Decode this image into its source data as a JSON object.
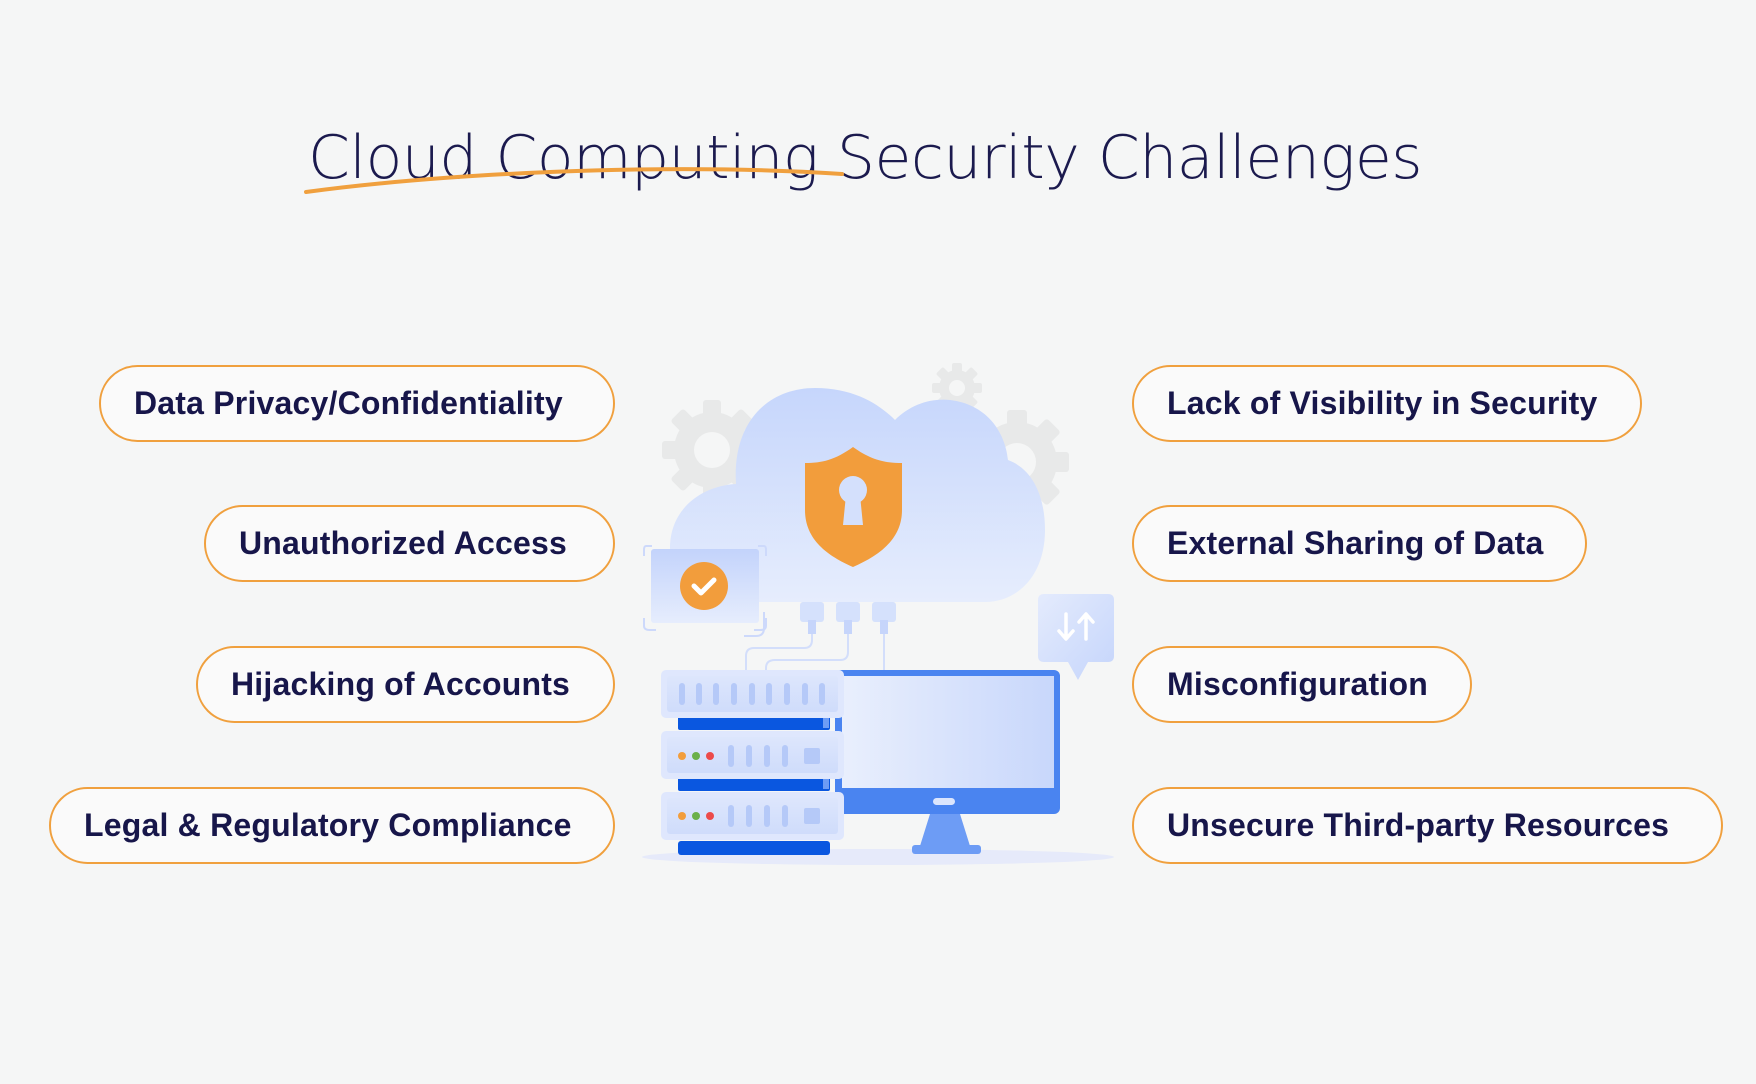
{
  "title": "Cloud Computing Security Challenges",
  "colors": {
    "background": "#f5f6f6",
    "title_text": "#1b1a4e",
    "pill_text": "#17164a",
    "accent_orange": "#f0a03e",
    "cloud_blue_light": "#e3ebfd",
    "cloud_blue": "#c9d9fc",
    "server_blue_dark": "#0a57e0",
    "monitor_blue": "#4a84f0",
    "gear_gray": "#e7e8e8"
  },
  "left_challenges": [
    {
      "label": "Data Privacy/Confidentiality"
    },
    {
      "label": "Unauthorized Access"
    },
    {
      "label": "Hijacking of Accounts"
    },
    {
      "label": "Legal & Regulatory Compliance"
    }
  ],
  "right_challenges": [
    {
      "label": "Lack of Visibility in Security"
    },
    {
      "label": "External Sharing of Data"
    },
    {
      "label": "Misconfiguration"
    },
    {
      "label": "Unsecure Third-party Resources"
    }
  ],
  "illustration": {
    "icons": [
      "gear-icon",
      "cloud-icon",
      "shield-lock-icon",
      "checkmark-card-icon",
      "data-transfer-icon",
      "server-rack-icon",
      "monitor-icon"
    ]
  }
}
